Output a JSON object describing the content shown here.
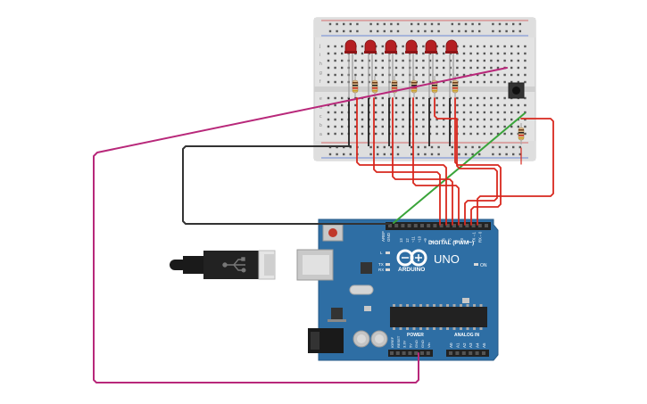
{
  "board": {
    "uno_label": "UNO",
    "brand_label": "ARDUINO",
    "digital_label": "DIGITAL (PWM~)",
    "power_label": "POWER",
    "analog_label": "ANALOG IN",
    "on_label": "ON",
    "led_l": "L",
    "led_tx": "TX",
    "led_rx": "RX",
    "aref": "AREF",
    "gnd_top": "GND",
    "pin_labels_top": [
      "13",
      "12",
      "~11",
      "~10",
      "~9",
      "8",
      "7",
      "~6",
      "~5",
      "4",
      "~3",
      "2",
      "TX→1",
      "RX←0"
    ],
    "pin_labels_power": [
      "IOREF",
      "RESET",
      "3.3V",
      "5V",
      "GND",
      "GND",
      "Vin"
    ],
    "pin_labels_analog": [
      "A0",
      "A1",
      "A2",
      "A3",
      "A4",
      "A5"
    ]
  },
  "breadboard": {
    "row_letters_top": [
      "j",
      "i",
      "h",
      "g",
      "f"
    ],
    "row_letters_bottom": [
      "e",
      "d",
      "c",
      "b",
      "a"
    ],
    "column_count": 30
  },
  "components": {
    "led_count": 6,
    "resistor_count": 7,
    "pushbutton_count": 1
  },
  "colors": {
    "board_blue": "#2e6ea4",
    "wire_red": "#d8281e",
    "wire_black": "#333333",
    "wire_green": "#3aa43a",
    "wire_magenta": "#b8287a",
    "led_red": "#b51e22"
  }
}
